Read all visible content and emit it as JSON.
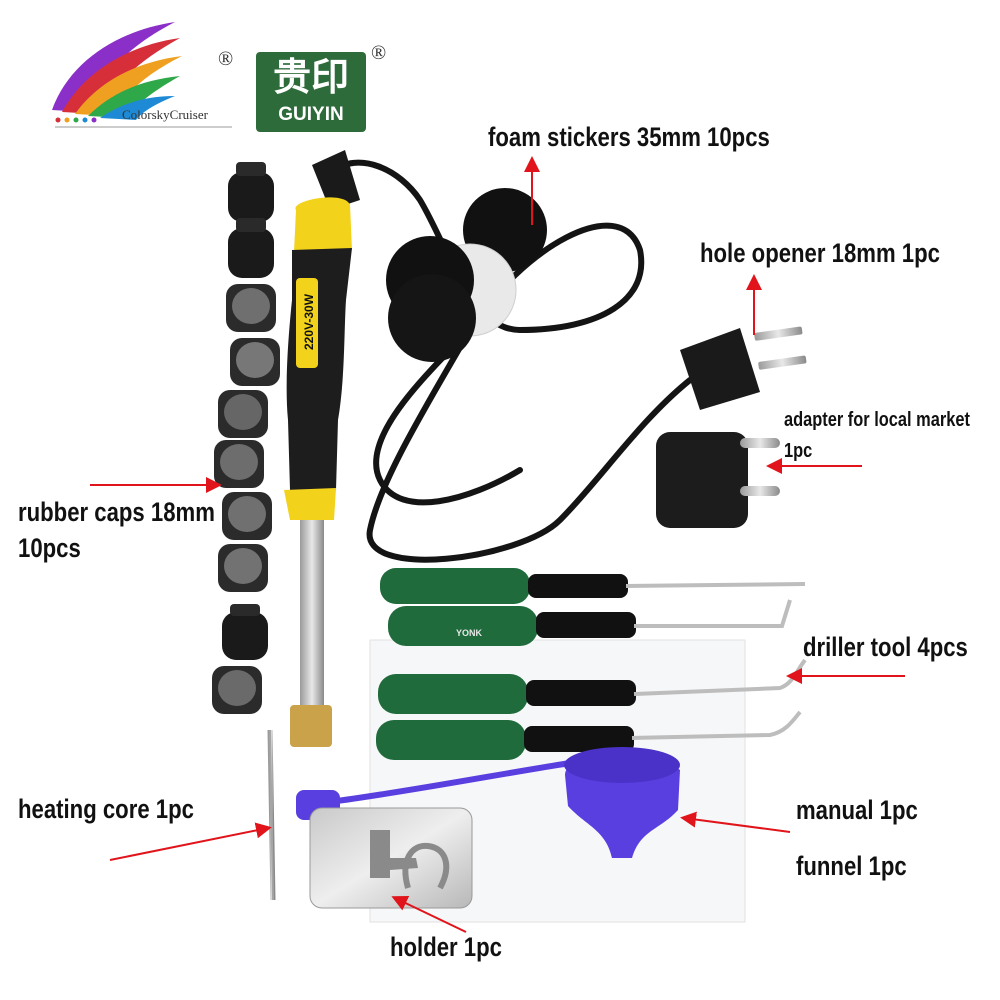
{
  "brand": {
    "colorsky": "ColorskyCruiser",
    "guiyin_cn": "贵印",
    "guiyin_en": "GUIYIN",
    "registered": "®"
  },
  "iron_rating": "220V-30W",
  "driller_brand": "YONK",
  "labels": {
    "foam_stickers": "foam stickers    35mm  10pcs",
    "hole_opener": "hole opener    18mm 1pc",
    "adapter_line1": "adapter for local market",
    "adapter_line2": "1pc",
    "rubber_caps_line1": "rubber caps 18mm",
    "rubber_caps_line2": "10pcs",
    "driller_tool": "driller tool  4pcs",
    "heating_core": "heating core  1pc",
    "manual": "manual  1pc",
    "funnel": "funnel   1pc",
    "holder": "holder 1pc"
  },
  "colors": {
    "arrow": "#e0141a",
    "iron_yellow": "#f2d21a",
    "handle_green": "#1f6b3c",
    "funnel_blue": "#5a3fe0",
    "logo_green": "#2e6b3a"
  }
}
